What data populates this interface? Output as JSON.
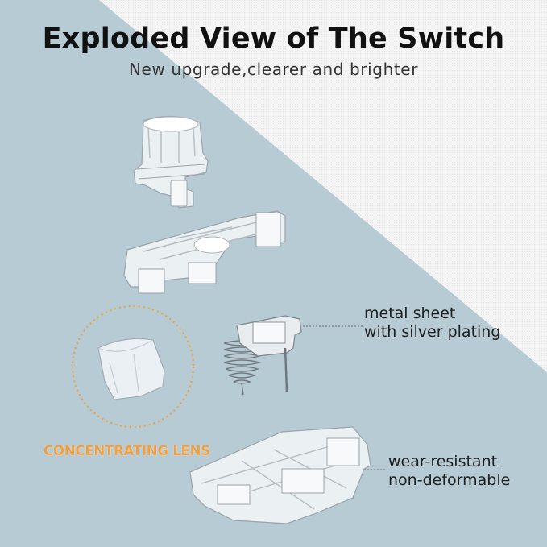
{
  "header": {
    "title": "Exploded View of The Switch",
    "subtitle": "New upgrade,clearer and brighter"
  },
  "callouts": {
    "metal_sheet": {
      "line1": "metal sheet",
      "line2": "with silver plating"
    },
    "housing": {
      "line1": "wear-resistant",
      "line2": "non-deformable"
    },
    "lens": "CONCENTRATING LENS"
  },
  "colors": {
    "background_blue": "#b7cbd5",
    "background_white": "#f4f4f4",
    "lens_accent": "#f0a040"
  }
}
